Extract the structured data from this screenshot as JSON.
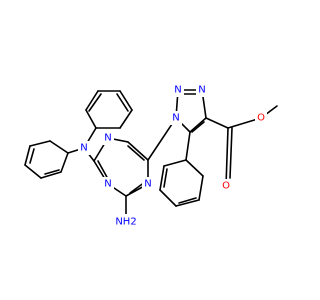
{
  "molecule": {
    "colors": {
      "bond": "#000000",
      "nitrogen": "#0000ff",
      "oxygen": "#ff0000",
      "background": "#ffffff"
    },
    "atom_labels": {
      "n_amine_top": "N",
      "n_triazine_a": "N",
      "n_triazine_b": "N",
      "n_triazine_c": "N",
      "nh2": "NH2",
      "n_triazole_1": "N",
      "n_triazole_2": "N",
      "n_triazole_3": "N",
      "o_ester": "O",
      "o_carbonyl": "O"
    }
  }
}
